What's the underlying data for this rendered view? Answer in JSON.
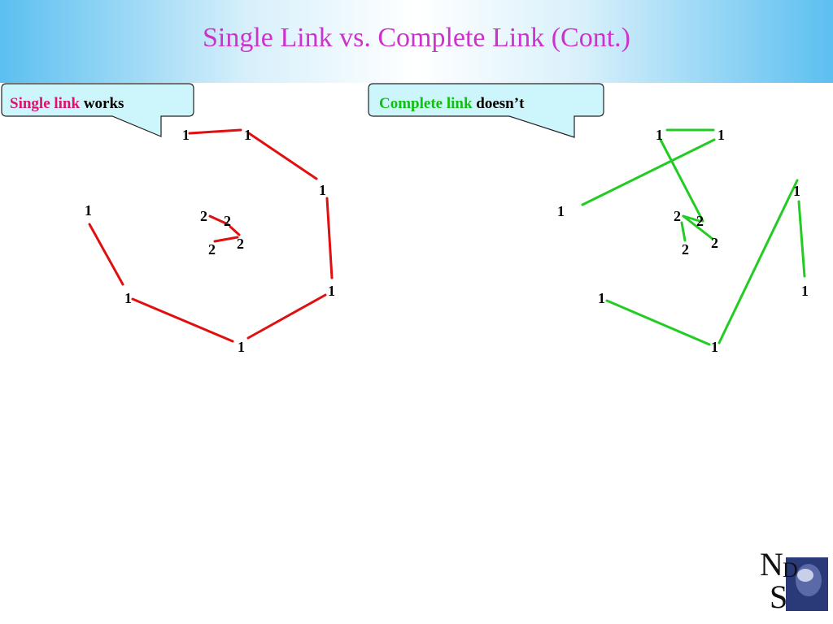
{
  "slide": {
    "title": "Single Link vs. Complete Link (Cont.)"
  },
  "colors": {
    "single": "#e01010",
    "complete": "#22cc22",
    "callout_fill": "#ccf6fb",
    "emph_single": "#e0106e",
    "emph_complete": "#10c010"
  },
  "callouts": {
    "left": {
      "emphasis": "Single link",
      "rest": " works"
    },
    "right": {
      "emphasis": "Complete link",
      "rest": " doesn’t"
    }
  },
  "left_graph": {
    "labels": [
      "1",
      "1",
      "1",
      "1",
      "1",
      "1",
      "1",
      "2",
      "2",
      "2",
      "2"
    ]
  },
  "right_graph": {
    "labels": [
      "1",
      "1",
      "1",
      "1",
      "1",
      "1",
      "1",
      "2",
      "2",
      "2",
      "2"
    ]
  },
  "logo": {
    "text": "NDS"
  }
}
